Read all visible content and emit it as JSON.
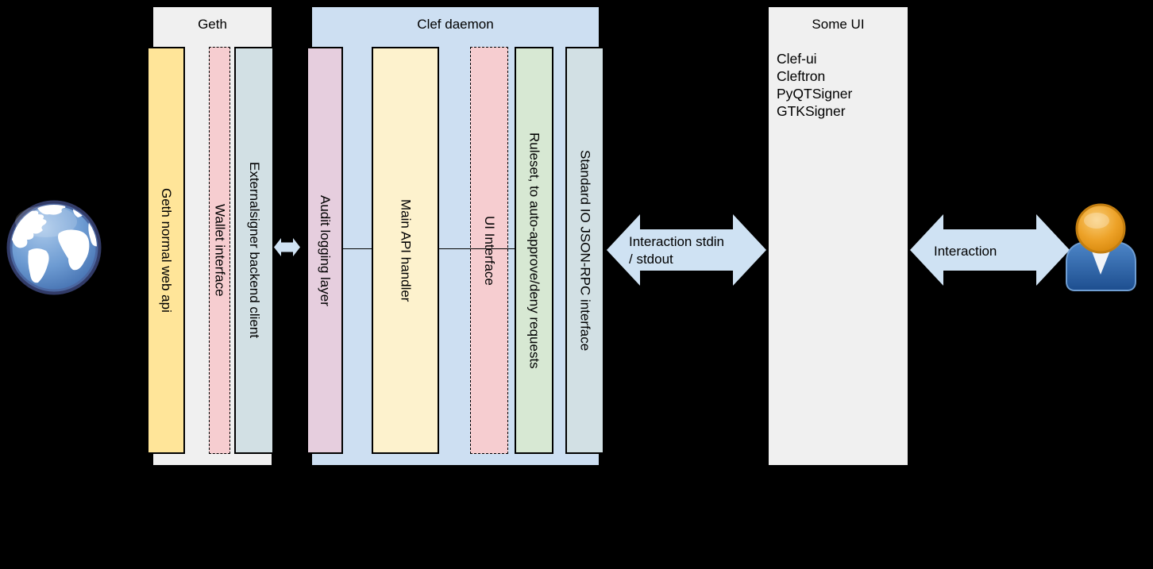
{
  "background": "#000000",
  "geth": {
    "title": "Geth",
    "color": "#f0f0f0",
    "bars": [
      {
        "label": "Geth normal web api",
        "color": "#ffe599",
        "style": "solid"
      },
      {
        "label": "Wallet interface",
        "color": "#f6cdd0",
        "style": "dashed"
      },
      {
        "label": "Externalsigner backend client",
        "color": "#d2e0e4",
        "style": "solid"
      }
    ]
  },
  "clef": {
    "title": "Clef daemon",
    "color": "#cddff2",
    "bars": [
      {
        "label": "Audit logging layer",
        "color": "#e6cede",
        "style": "solid"
      },
      {
        "label": "Main API handler",
        "color": "#fdf2cd",
        "style": "solid"
      },
      {
        "label": "UI Interface",
        "color": "#f6cdd0",
        "style": "dashed"
      },
      {
        "label": "Ruleset, to auto-approve/deny requests",
        "color": "#d7e8d3",
        "style": "solid"
      },
      {
        "label": "Standard IO JSON-RPC interface",
        "color": "#d2e0e4",
        "style": "solid"
      }
    ]
  },
  "some_ui": {
    "title": "Some UI",
    "color": "#f0f0f0",
    "items": [
      "Clef-ui",
      "Cleftron",
      "PyQTSigner",
      "GTKSigner"
    ]
  },
  "arrows": {
    "color": "#cfe2f3",
    "clef_ui_line1": "Interaction stdin",
    "clef_ui_line2": "/ stdout",
    "ui_user_label": "Interaction"
  },
  "icons": {
    "globe": "world-wide-web-globe",
    "user": "person-user"
  }
}
